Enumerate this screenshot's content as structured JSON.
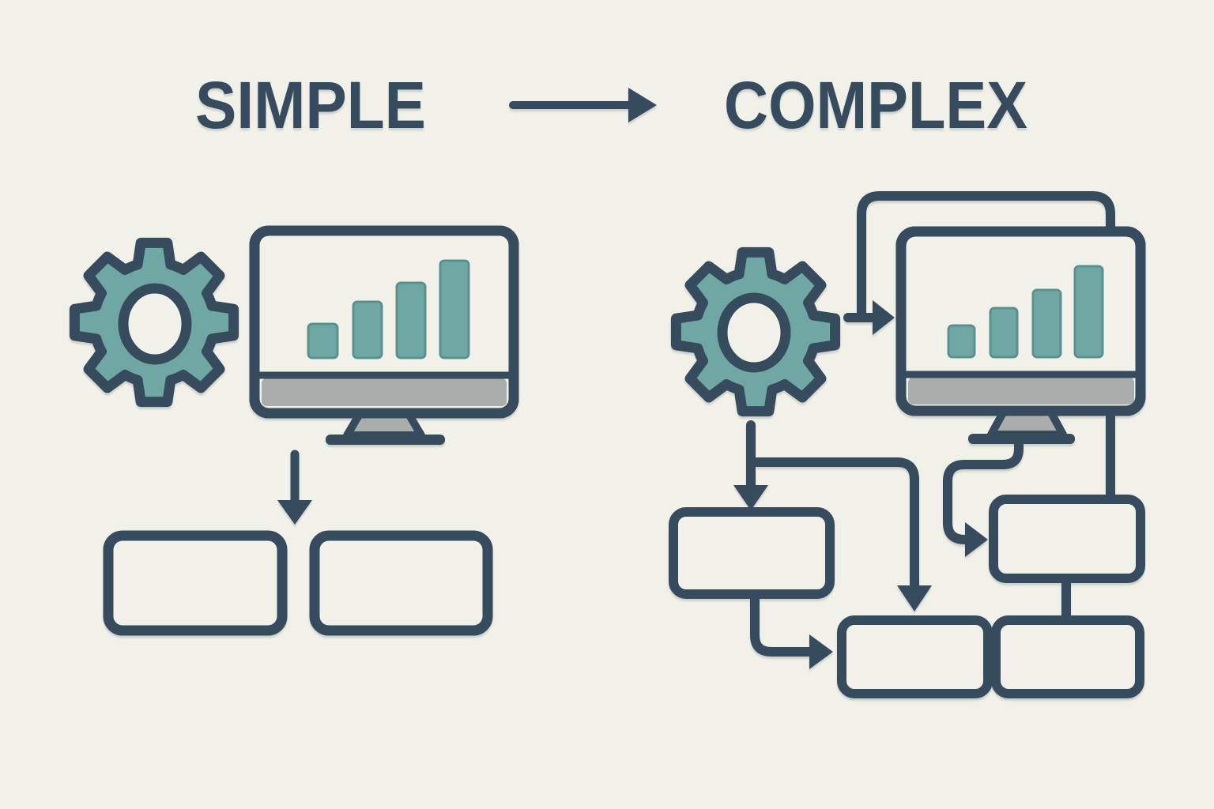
{
  "titles": {
    "left": "SIMPLE",
    "right": "COMPLEX"
  },
  "transition": {
    "symbol": "right-arrow",
    "meaning": "simple evolves into complex"
  },
  "colors": {
    "background": "#F2F1E9",
    "ink": "#374B5E",
    "teal": "#6FA7A4",
    "teal_edge": "#5A918E",
    "gray": "#A9ADAC"
  },
  "panels": {
    "simple": {
      "icons": [
        "gear",
        "monitor-bar-chart"
      ],
      "bar_heights": [
        43,
        71,
        95,
        123
      ],
      "flow": "monitor feeds one downward arrow into two empty boxes",
      "box_count": 2
    },
    "complex": {
      "icons": [
        "gear",
        "monitor-bar-chart"
      ],
      "bar_heights": [
        40,
        62,
        85,
        115
      ],
      "flow": "feedback loop over monitor, gear branches to two boxes, monitor loops to a third box, chained to a fourth box",
      "box_count": 4
    }
  }
}
